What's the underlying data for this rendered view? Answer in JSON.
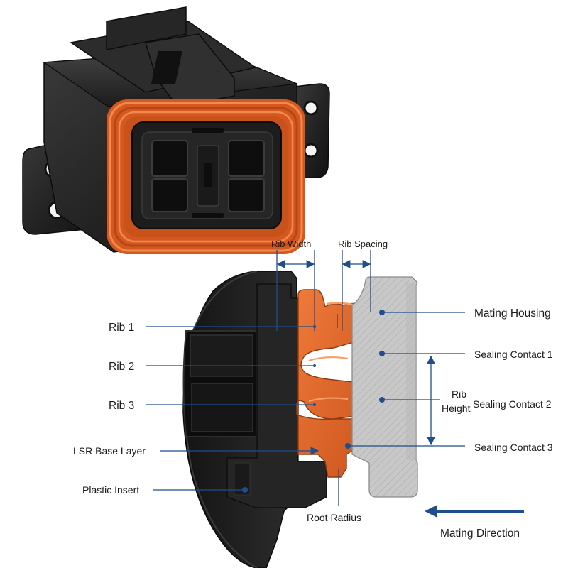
{
  "labels": {
    "rib_width": "Rib Width",
    "rib_spacing": "Rib Spacing",
    "rib_1": "Rib 1",
    "rib_2": "Rib 2",
    "rib_3": "Rib 3",
    "lsr_base_layer": "LSR Base Layer",
    "plastic_insert": "Plastic Insert",
    "root_radius": "Root Radius",
    "mating_housing": "Mating Housing",
    "sealing_contact_1": "Sealing Contact 1",
    "sealing_contact_2": "Sealing Contact 2",
    "sealing_contact_3": "Sealing Contact 3",
    "rib_height_line1": "Rib",
    "rib_height_line2": "Height",
    "mating_direction": "Mating Direction"
  },
  "colors": {
    "seal_orange": "#e8692a",
    "leader_blue": "#1f4e8c",
    "housing_black": "#1e1e1e",
    "mating_gray": "#c9c9c9"
  }
}
